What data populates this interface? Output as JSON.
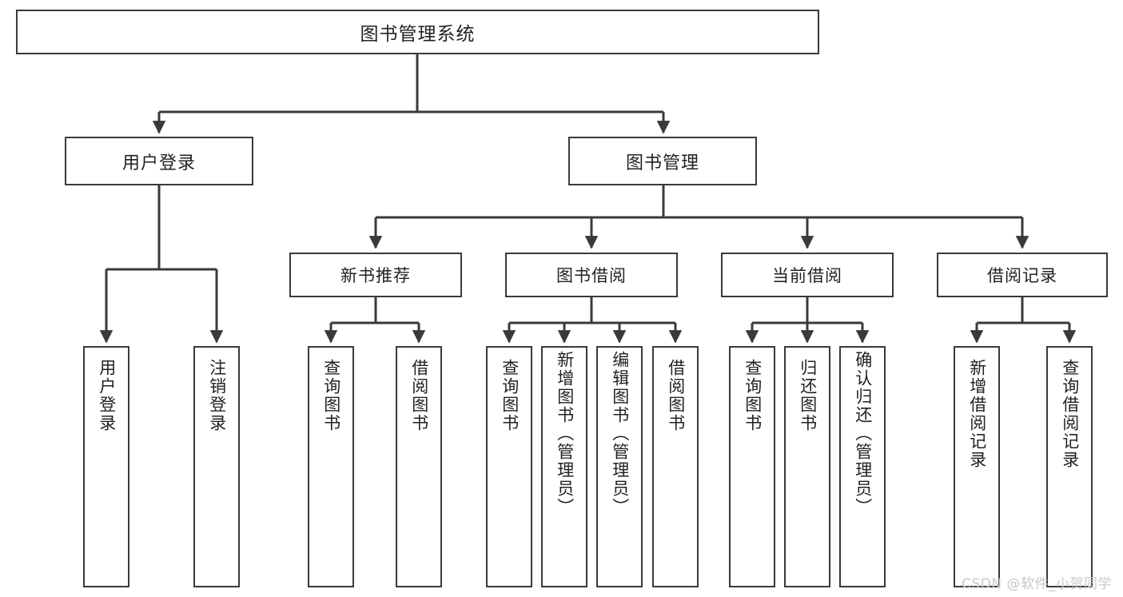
{
  "diagram": {
    "title": "图书管理系统",
    "type": "function-structure-tree",
    "watermark": "CSDN @软件_小贺同学",
    "colors": {
      "box_border": "#3a3a3a",
      "box_fill": "#ffffff",
      "line": "#3a3a3a",
      "text": "#222222",
      "watermark": "#c9c9c9",
      "background": "#ffffff"
    },
    "root": {
      "label": "图书管理系统"
    },
    "level2": [
      {
        "label": "用户登录"
      },
      {
        "label": "图书管理"
      }
    ],
    "level3": [
      {
        "label": "新书推荐"
      },
      {
        "label": "图书借阅"
      },
      {
        "label": "当前借阅"
      },
      {
        "label": "借阅记录"
      }
    ],
    "leaves": {
      "user_login": [
        {
          "label": "用户登录"
        },
        {
          "label": "注销登录"
        }
      ],
      "new_book_recommend": [
        {
          "label": "查询图书"
        },
        {
          "label": "借阅图书"
        }
      ],
      "book_borrow": [
        {
          "label": "查询图书"
        },
        {
          "label": "新增图书（管理员）"
        },
        {
          "label": "编辑图书（管理员）"
        },
        {
          "label": "借阅图书"
        }
      ],
      "current_borrow": [
        {
          "label": "查询图书"
        },
        {
          "label": "归还图书"
        },
        {
          "label": "确认归还（管理员）"
        }
      ],
      "borrow_record": [
        {
          "label": "新增借阅记录"
        },
        {
          "label": "查询借阅记录"
        }
      ]
    }
  }
}
